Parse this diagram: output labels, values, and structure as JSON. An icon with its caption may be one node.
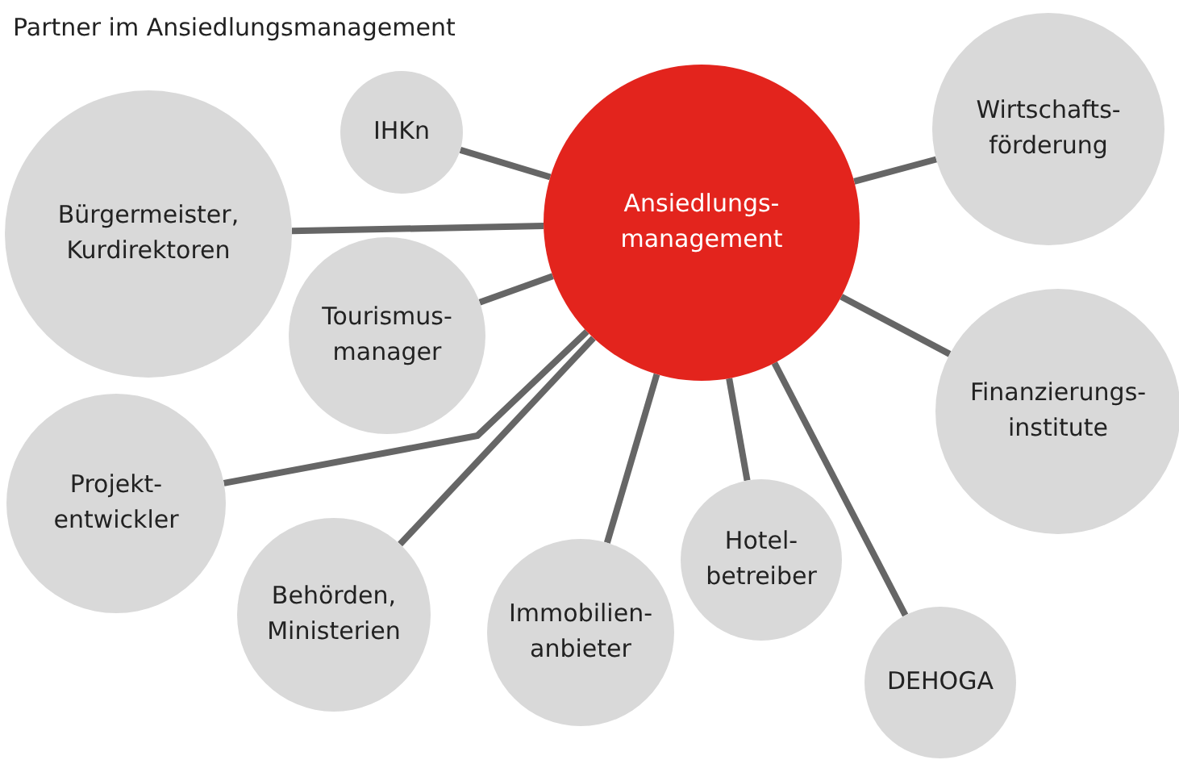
{
  "diagram": {
    "title": "Partner im Ansiedlungsmanagement",
    "nodes": [
      {
        "text": [
          "Ansiedlungs- management"
        ]
      },
      {
        "text": [
          "IHKn"
        ]
      },
      {
        "text": [
          "Wirtschafts- förderung"
        ]
      },
      {
        "text": [
          "Bürgermeister, Kurdirektoren"
        ]
      },
      {
        "text": [
          "Tourismus- manager"
        ]
      },
      {
        "text": [
          "Finanzierungs- institute"
        ]
      },
      {
        "text": [
          "Projekt- entwickler"
        ]
      },
      {
        "text": [
          "Hotel- betreiber"
        ]
      },
      {
        "text": [
          "Behörden, Ministerien"
        ]
      },
      {
        "text": [
          "Immobilien- anbieter"
        ]
      },
      {
        "text": [
          "DEHOGA"
        ]
      }
    ],
    "edges": [
      {
        "from": 0,
        "to": 1,
        "arrow": "none"
      },
      {
        "from": 0,
        "to": 2,
        "arrow": "none"
      },
      {
        "from": 0,
        "to": 3,
        "arrow": "none"
      },
      {
        "from": 0,
        "to": 4,
        "arrow": "none"
      },
      {
        "from": 0,
        "to": 5,
        "arrow": "none"
      },
      {
        "from": 0,
        "to": 6,
        "arrow": "none"
      },
      {
        "from": 0,
        "to": 7,
        "arrow": "none"
      },
      {
        "from": 0,
        "to": 8,
        "arrow": "none"
      },
      {
        "from": 0,
        "to": 9,
        "arrow": "none"
      },
      {
        "from": 0,
        "to": 10,
        "arrow": "none"
      }
    ]
  }
}
